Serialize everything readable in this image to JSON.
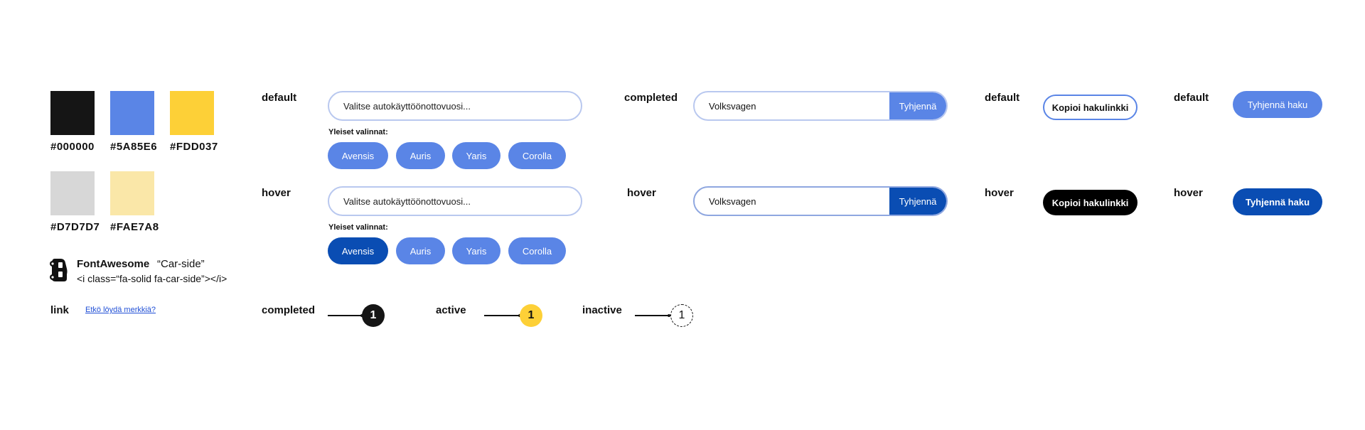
{
  "colors": {
    "black": "#000000",
    "blue": "#5A85E6",
    "yellow": "#FDD037",
    "gray": "#D7D7D7",
    "lightyellow": "#FAE7A8",
    "swatch_black_render": "#151515",
    "active_blue": "#0A4DB3"
  },
  "swatch_labels": [
    "#000000",
    "#5A85E6",
    "#FDD037",
    "#D7D7D7",
    "#FAE7A8"
  ],
  "fontawesome": {
    "title": "FontAwesome",
    "name": "“Car-side”",
    "code": "<i class=“fa-solid fa-car-side”></i>",
    "icon": "car-side-icon"
  },
  "link": {
    "label": "link",
    "text": "Etkö löydä merkkiä?"
  },
  "year_select": {
    "default_label": "default",
    "hover_label": "hover",
    "placeholder": "Valitse autokäyttöönottovuosi...",
    "chips_label": "Yleiset valinnat:",
    "chips": [
      "Avensis",
      "Auris",
      "Yaris",
      "Corolla"
    ]
  },
  "brand_field": {
    "completed_label": "completed",
    "hover_label": "hover",
    "value": "Volksvagen",
    "clear_label": "Tyhjennä"
  },
  "copy_link": {
    "default_label": "default",
    "hover_label": "hover",
    "text": "Kopioi hakulinkki"
  },
  "clear_search": {
    "default_label": "default",
    "hover_label": "hover",
    "text": "Tyhjennä haku"
  },
  "steps": {
    "completed_label": "completed",
    "active_label": "active",
    "inactive_label": "inactive",
    "number": "1"
  }
}
